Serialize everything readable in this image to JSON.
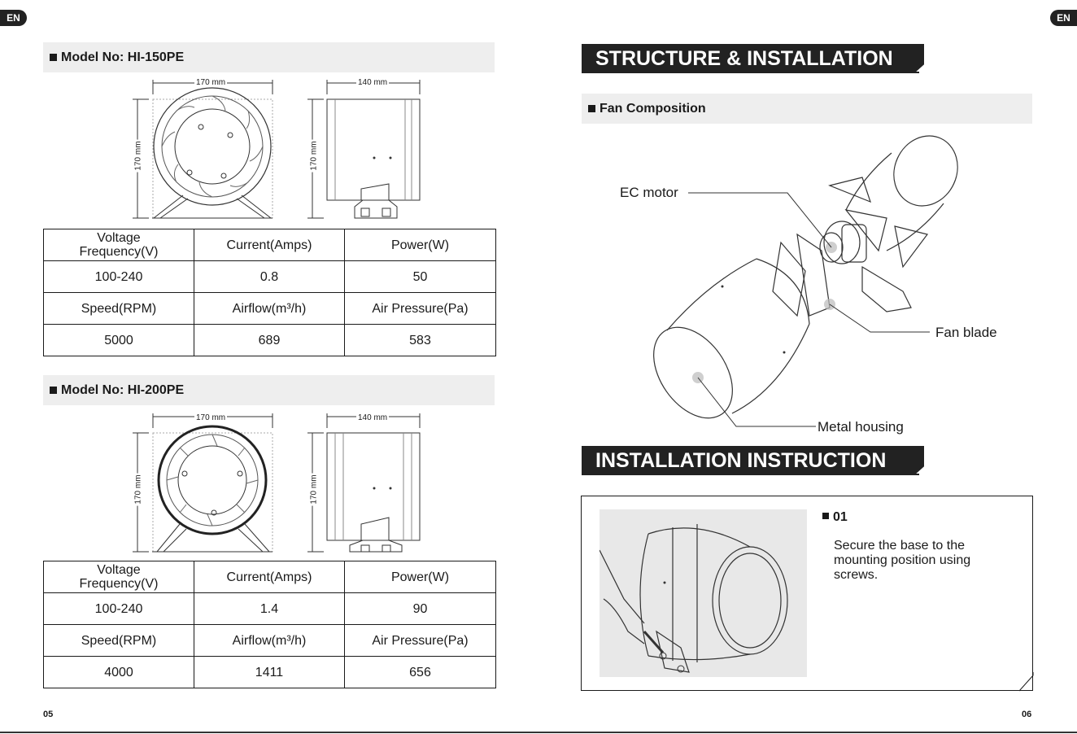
{
  "lang": "EN",
  "left_page": {
    "page_number": "05",
    "models": [
      {
        "title": "Model No: HI-150PE",
        "dim_width_front": "170 mm",
        "dim_height_front": "170 mm",
        "dim_width_side": "140 mm",
        "dim_height_side": "170 mm",
        "table": {
          "headers1": [
            "Voltage\nFrequency(V)",
            "Current(Amps)",
            "Power(W)"
          ],
          "values1": [
            "100-240",
            "0.8",
            "50"
          ],
          "headers2": [
            "Speed(RPM)",
            "Airflow(m³/h)",
            "Air Pressure(Pa)"
          ],
          "values2": [
            "5000",
            "689",
            "583"
          ]
        }
      },
      {
        "title": "Model No: HI-200PE",
        "dim_width_front": "170 mm",
        "dim_height_front": "170 mm",
        "dim_width_side": "140 mm",
        "dim_height_side": "170 mm",
        "table": {
          "headers1": [
            "Voltage\nFrequency(V)",
            "Current(Amps)",
            "Power(W)"
          ],
          "values1": [
            "100-240",
            "1.4",
            "90"
          ],
          "headers2": [
            "Speed(RPM)",
            "Airflow(m³/h)",
            "Air Pressure(Pa)"
          ],
          "values2": [
            "4000",
            "1411",
            "656"
          ]
        }
      }
    ]
  },
  "right_page": {
    "page_number": "06",
    "structure_banner": "STRUCTURE & INSTALLATION",
    "fan_composition_title": "Fan Composition",
    "callouts": {
      "ec_motor": "EC motor",
      "fan_blade": "Fan blade",
      "metal_housing": "Metal housing"
    },
    "installation_banner": "INSTALLATION INSTRUCTION",
    "step": {
      "number": "01",
      "text": "Secure the base to the mounting position using screws."
    }
  }
}
